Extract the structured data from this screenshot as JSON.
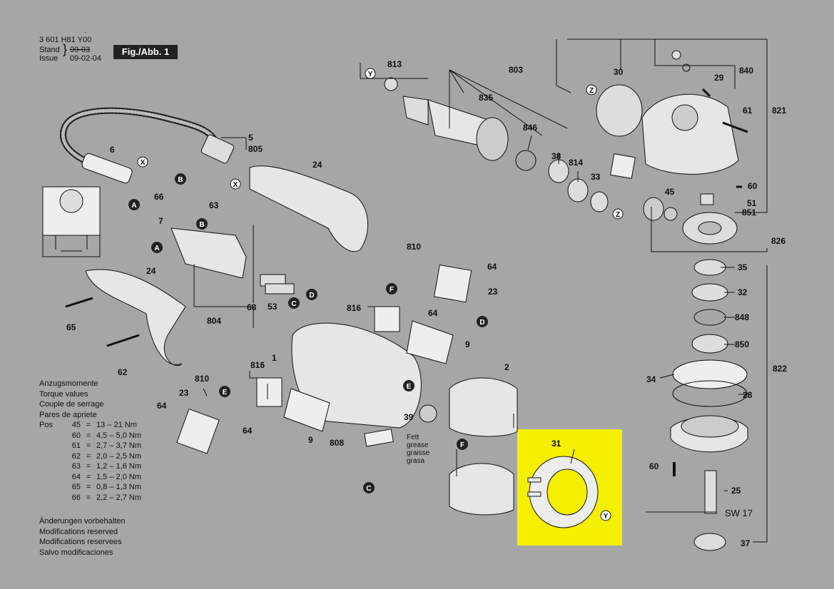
{
  "header": {
    "part_number": "3 601 H81 Y00",
    "stand_label": "Stand",
    "issue_label": "Issue",
    "old_date": "09-03",
    "new_date": "09-02-04",
    "figure_label": "Fig./Abb. 1"
  },
  "torque": {
    "titles": [
      "Anzugsmomente",
      "Torque values",
      "Couple de serrage",
      "Pares de apriete"
    ],
    "pos_label": "Pos",
    "rows": [
      {
        "pos": "45",
        "value": "13 – 21 Nm"
      },
      {
        "pos": "60",
        "value": "4,5 – 5,0 Nm"
      },
      {
        "pos": "61",
        "value": "2,7 – 3,7 Nm"
      },
      {
        "pos": "62",
        "value": "2,0 – 2,5 Nm"
      },
      {
        "pos": "63",
        "value": "1,2 – 1,6 Nm"
      },
      {
        "pos": "64",
        "value": "1,5 – 2,0 Nm"
      },
      {
        "pos": "65",
        "value": "0,8 – 1,3 Nm"
      },
      {
        "pos": "66",
        "value": "2,2 – 2,7 Nm"
      }
    ]
  },
  "modifications": [
    "Änderungen vorbehalten",
    "Modifications reserved",
    "Modifications reservees",
    "Salvo modificaciones"
  ],
  "grease_note": [
    "Fett",
    "grease",
    "graisse",
    "grasa"
  ],
  "part_labels": {
    "p5": "5",
    "p805": "805",
    "p6": "6",
    "p24a": "24",
    "p24b": "24",
    "p66": "66",
    "p63": "63",
    "p7": "7",
    "p65": "65",
    "p62": "62",
    "p804": "804",
    "p68": "68",
    "p53": "53",
    "p810a": "810",
    "p64a": "64",
    "p23a": "23",
    "p816a": "816",
    "p64b": "64",
    "p9a": "9",
    "p1": "1",
    "p816b": "816",
    "p810b": "810",
    "p23b": "23",
    "p64c": "64",
    "p64d": "64",
    "p9b": "9",
    "p808": "808",
    "p39": "39",
    "p2": "2",
    "p31": "31",
    "p813": "813",
    "p803": "803",
    "p835": "835",
    "p846": "846",
    "p38": "38",
    "p814": "814",
    "p33": "33",
    "p30": "30",
    "p840": "840",
    "p29": "29",
    "p61": "61",
    "p821": "821",
    "p60a": "60",
    "p51": "51",
    "p851": "851",
    "p45": "45",
    "p826": "826",
    "p35": "35",
    "p32": "32",
    "p848": "848",
    "p850": "850",
    "p34": "34",
    "p822": "822",
    "p28": "28",
    "p60b": "60",
    "p25": "25",
    "sw17": "SW 17",
    "p37": "37"
  },
  "callouts": {
    "A": "A",
    "B": "B",
    "C": "C",
    "D": "D",
    "E": "E",
    "F": "F",
    "X": "X",
    "Y": "Y",
    "Z": "Z"
  },
  "colors": {
    "background": "#a6a6a6",
    "highlight": "#f4f000",
    "ink": "#111111"
  }
}
